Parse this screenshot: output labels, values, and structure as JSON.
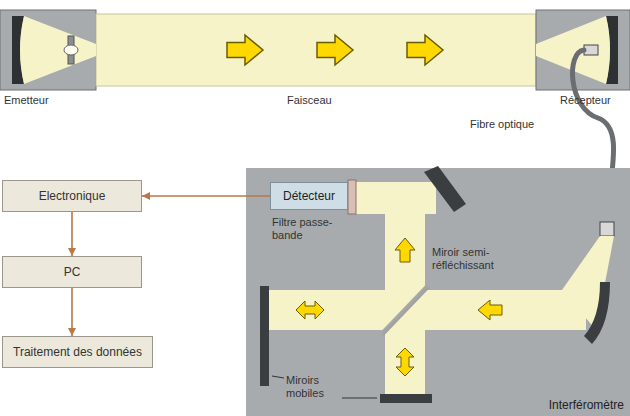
{
  "diagram": {
    "nodes": [
      {
        "text": [
          "Interféromètre"
        ]
      },
      {
        "text": [
          "Détecteur"
        ],
        "in": 0
      },
      {
        "text": [
          "Electronique"
        ]
      },
      {
        "text": [
          "PC"
        ]
      },
      {
        "text": [
          "Traitement des données"
        ]
      }
    ],
    "edges": [
      {
        "from": 1,
        "to": 2,
        "arrow": "to"
      },
      {
        "from": 2,
        "to": 3,
        "arrow": "to"
      },
      {
        "from": 3,
        "to": 4,
        "arrow": "to"
      }
    ],
    "labels": [
      "Emetteur",
      "Faisceau",
      "Récepteur",
      "Fibre optique",
      "Filtre passe-bande",
      "Miroir semi-réfléchissant",
      "Miroirs mobiles"
    ]
  }
}
